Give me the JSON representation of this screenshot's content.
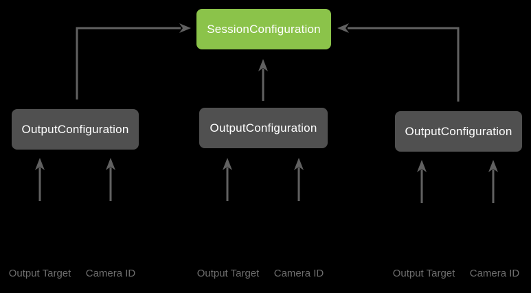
{
  "diagram": {
    "session": {
      "label": "SessionConfiguration"
    },
    "groups": [
      {
        "node_label": "OutputConfiguration",
        "inputs": [
          "Output Target",
          "Camera ID"
        ]
      },
      {
        "node_label": "OutputConfiguration",
        "inputs": [
          "Output Target",
          "Camera ID"
        ]
      },
      {
        "node_label": "OutputConfiguration",
        "inputs": [
          "Output Target",
          "Camera ID"
        ]
      }
    ],
    "colors": {
      "background": "#000000",
      "session_fill": "#8BC34A",
      "output_fill": "#505050",
      "node_text": "#FFFFFF",
      "arrow": "#616161",
      "input_label_text": "#6E6E6E"
    }
  }
}
